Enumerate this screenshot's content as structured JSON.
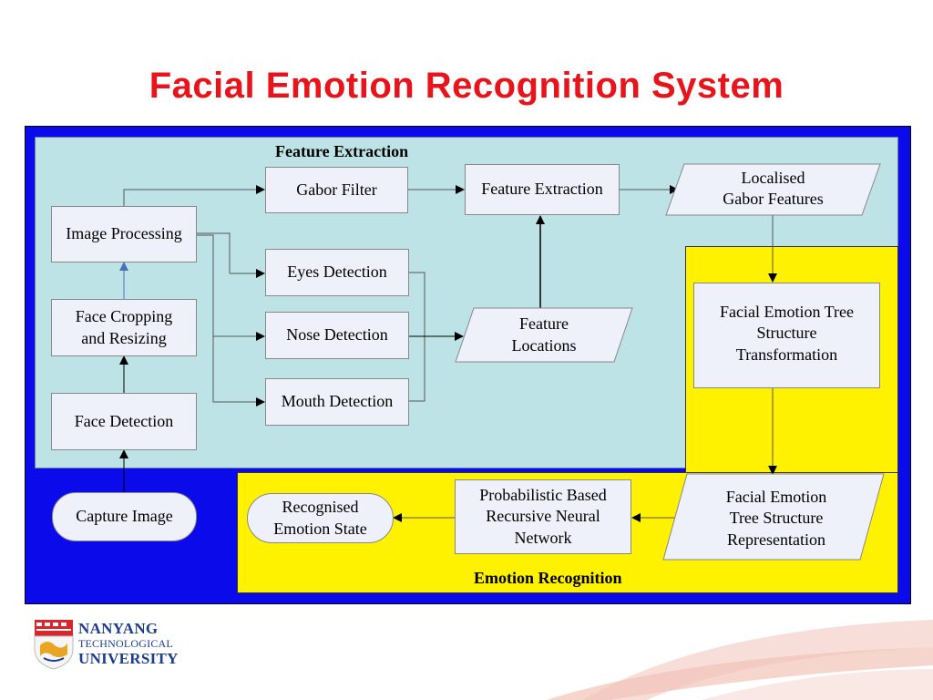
{
  "title": "Facial Emotion Recognition System",
  "regions": {
    "feature_extraction": "Feature Extraction",
    "emotion_recognition": "Emotion Recognition"
  },
  "nodes": {
    "capture_image": "Capture Image",
    "face_detection": "Face Detection",
    "face_cropping": "Face Cropping\nand Resizing",
    "image_processing": "Image Processing",
    "gabor_filter": "Gabor Filter",
    "eyes_detection": "Eyes Detection",
    "nose_detection": "Nose Detection",
    "mouth_detection": "Mouth Detection",
    "feature_extraction_box": "Feature Extraction",
    "feature_locations": "Feature\nLocations",
    "localised_gabor": "Localised\nGabor Features",
    "tree_transformation": "Facial Emotion Tree\nStructure\nTransformation",
    "tree_representation": "Facial Emotion\nTree Structure\nRepresentation",
    "prnn": "Probabilistic Based\nRecursive Neural\nNetwork",
    "recognised_state": "Recognised\nEmotion State"
  },
  "logo": {
    "line1": "NANYANG",
    "line2": "TECHNOLOGICAL",
    "line3": "UNIVERSITY"
  },
  "colors": {
    "title": "#e8141b",
    "outer_frame": "#0a0aea",
    "feature_extraction_bg": "#bde3e6",
    "emotion_recognition_bg": "#fff200",
    "node_fill": "#eef0fa"
  }
}
